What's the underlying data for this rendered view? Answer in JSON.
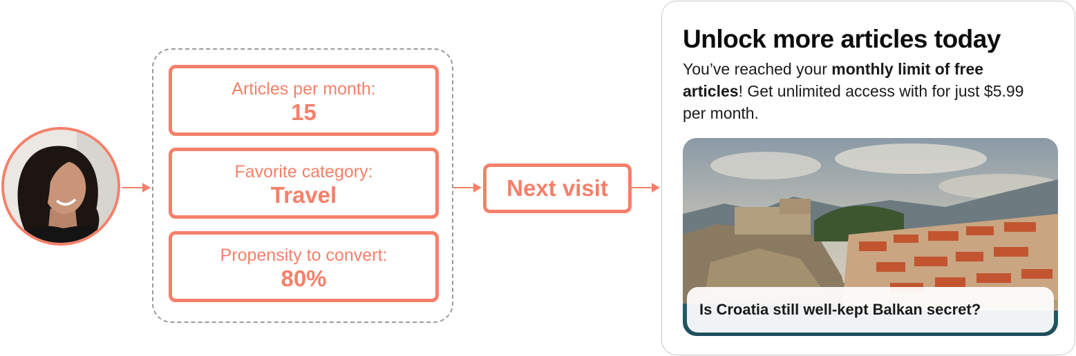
{
  "profile": {
    "attributes": [
      {
        "label": "Articles per month:",
        "value": "15"
      },
      {
        "label": "Favorite category:",
        "value": "Travel"
      },
      {
        "label": "Propensity to convert:",
        "value": "80%"
      }
    ]
  },
  "next_step": {
    "label": "Next visit"
  },
  "paywall": {
    "title": "Unlock more articles today",
    "body_prefix": "You’ve reached your ",
    "body_bold": "monthly limit of free articles",
    "body_suffix": "! Get unlimited access with for just $5.99 per month.",
    "article_headline": "Is Croatia still well-kept Balkan secret?"
  },
  "colors": {
    "accent": "#f5806a",
    "dashed_border": "#9a9a9a",
    "card_border": "#c8c8c8",
    "title_text": "#0c0c0c"
  },
  "icons": {
    "avatar": "user-photo",
    "arrows": "arrow-right"
  }
}
